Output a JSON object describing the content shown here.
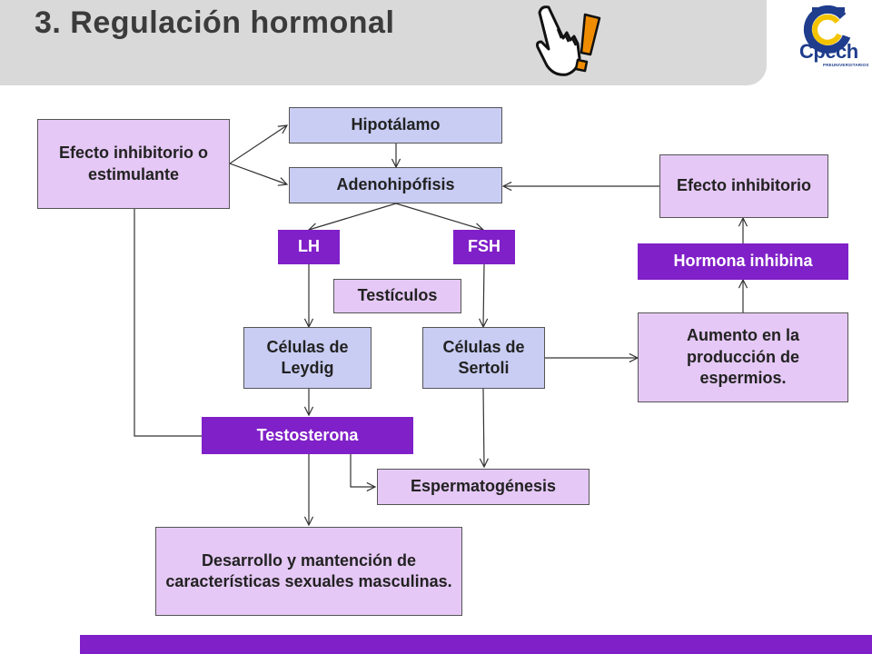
{
  "header": {
    "title": "3. Regulación hormonal"
  },
  "logo": {
    "name": "Cpech",
    "tagline": "PREUNIVERSITARIOS"
  },
  "icons": {
    "hand": "pointing-hand-with-exclamation-icon",
    "logo": "cpech-logo-icon"
  },
  "colors": {
    "header_bg": "#d9d9d9",
    "title": "#3b3b3b",
    "lilac_box": "#e5c8f5",
    "blue_box": "#c9cdf4",
    "purple_accent": "#8020c8",
    "hand_orange": "#f08c00",
    "logo_blue": "#1f3d8c",
    "logo_yellow": "#f4c400"
  },
  "diagram": {
    "efecto_inhibitorio_o_estimulante": "Efecto inhibitorio o estimulante",
    "hipotalamo": "Hipotálamo",
    "adenohipofisis": "Adenohipófisis",
    "efecto_inhibitorio": "Efecto inhibitorio",
    "lh": "LH",
    "fsh": "FSH",
    "hormona_inhibina": "Hormona inhibina",
    "testiculos": "Testículos",
    "celulas_leydig": "Células de Leydig",
    "celulas_sertoli": "Células de Sertoli",
    "aumento_produccion": "Aumento en la producción de espermios.",
    "testosterona": "Testosterona",
    "espermatogenesis": "Espermatogénesis",
    "desarrollo": "Desarrollo y mantención de características sexuales masculinas."
  }
}
